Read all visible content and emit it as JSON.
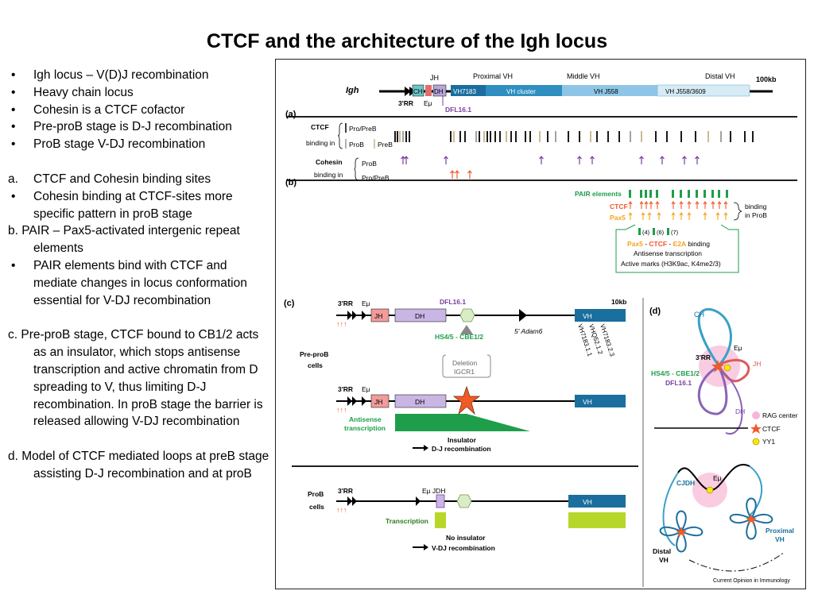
{
  "title": "CTCF and the architecture of the Igh locus",
  "notes": {
    "b1": "Igh locus – V(D)J recombination",
    "b2": "Heavy chain locus",
    "b3": "Cohesin is a CTCF cofactor",
    "b4": "Pre-proB stage is D-J recombination",
    "b5": "ProB stage V-DJ recombination",
    "a_marker": "a.",
    "a_text": "CTCF and Cohesin binding sites",
    "a_b1": "Cohesin binding at CTCF-sites more specific pattern in proB stage",
    "b_text": "b. PAIR – Pax5-activated intergenic repeat elements",
    "b_b1": "PAIR elements bind with CTCF and mediate changes in locus conformation essential for V-DJ recombination",
    "c_text": "c. Pre-proB stage, CTCF bound to CB1/2 acts as an insulator, which stops antisense transcription and active chromatin from D spreading to  V, thus limiting D-J recombination. In proB stage the barrier is released allowing V-DJ recombination",
    "d_text": "d. Model of CTCF mediated loops at preB stage assisting D-J recombination and at proB"
  },
  "figure": {
    "a": {
      "panel": "(a)",
      "locus": "Igh",
      "scale": "100kb",
      "jh": "JH",
      "proximal": "Proximal VH",
      "middle": "Middle VH",
      "distal": "Distal VH",
      "ch": "CH",
      "dh": "DH",
      "v7183": "VH7183",
      "vcluster": "VH cluster",
      "vj558": "VH J558",
      "vj558_3609": "VH J558/3609",
      "rr": "3'RR",
      "emu": "Eμ",
      "dfl": "DFL16.1",
      "ctcf_label": "CTCF",
      "binding_in": "binding in",
      "pro_prebpre": "Pro/PreB",
      "prob": "ProB",
      "preb": "PreB",
      "cohesin_label": "Cohesin",
      "coh_prob": "ProB",
      "coh_pro_preb": "Pro/PreB"
    },
    "b": {
      "panel": "(b)",
      "pair": "PAIR elements",
      "ctcf": "CTCF",
      "pax5": "Pax5",
      "binding_in_prob_1": "binding",
      "binding_in_prob_2": "in ProB",
      "n4": "(4)",
      "n6": "(6)",
      "n7": "(7)",
      "box_pax5": "Pax5",
      "box_ctcf": "CTCF",
      "box_e2a": "E2A",
      "box_binding": "binding",
      "box_line2": "Antisense transcription",
      "box_line3": "Active marks (H3K9ac, K4me2/3)"
    },
    "c": {
      "panel": "(c)",
      "rr": "3'RR",
      "emu": "Eμ",
      "jh": "JH",
      "dh": "DH",
      "dfl": "DFL16.1",
      "adam": "5' Adam6",
      "scale": "10kb",
      "vh": "VH",
      "v1": "VH7183.1.1",
      "v2": "VHQ52.1.2",
      "v3": "VH7183.2.3",
      "hs": "HS4/5 - CBE1/2",
      "deletion": "Deletion",
      "igcr": "IGCR1",
      "preprob1": "Pre-proB",
      "preprob2": "cells",
      "antisense1": "Antisense",
      "antisense2": "transcription",
      "insulator": "Insulator",
      "djrec": "D-J recombination",
      "prob1": "ProB",
      "prob2": "cells",
      "emujd": "Eμ JDH",
      "transcription": "Transcription",
      "noins": "No insulator",
      "vdj": "V-DJ recombination"
    },
    "d": {
      "panel": "(d)",
      "ch": "CH",
      "rr": "3'RR",
      "emu": "Eμ",
      "jh": "JH",
      "hs": "HS4/5 - CBE1/2",
      "dfl": "DFL16.1",
      "dh": "DH",
      "legend_rag": "RAG center",
      "legend_ctcf": "CTCF",
      "legend_yy1": "YY1",
      "cjd": "CJDH",
      "emu2": "Eμ",
      "distal1": "Distal",
      "distal2": "VH",
      "proximal1": "Proximal",
      "proximal2": "VH",
      "credit": "Current Opinion in Immunology"
    }
  },
  "colors": {
    "ctcf_orange": "#f05a28",
    "pax5_yellow": "#f7a21b",
    "pair_green": "#1e9e4a",
    "cohesin_purple": "#7b3fa0",
    "vh_blue": "#1a6f9e",
    "dh_purple": "#c9b6e4",
    "lime": "#b6d72a",
    "ring_blue": "#3aa0c8"
  }
}
